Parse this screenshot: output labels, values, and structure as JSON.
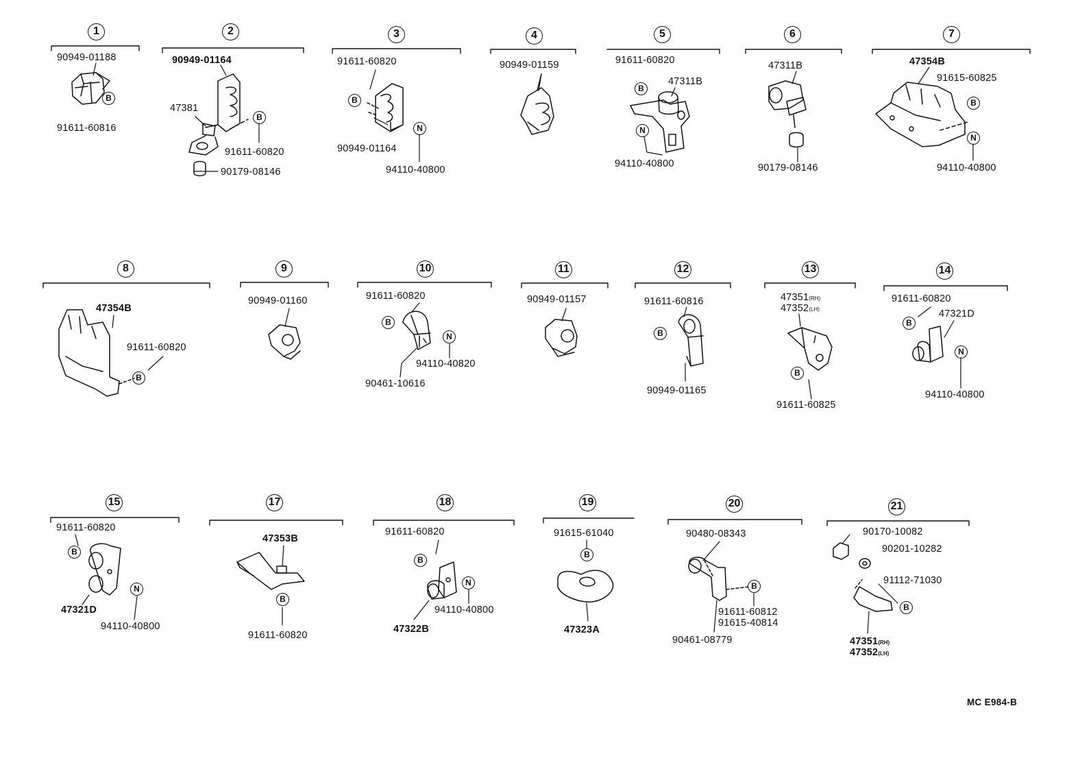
{
  "groups": [
    {
      "number": "1",
      "parts": [
        "90949-01188",
        "91611-60816"
      ]
    },
    {
      "number": "2",
      "parts": [
        "90949-01164",
        "47381",
        "91611-60820",
        "90179-08146"
      ]
    },
    {
      "number": "3",
      "parts": [
        "91611-60820",
        "90949-01164",
        "94110-40800"
      ]
    },
    {
      "number": "4",
      "parts": [
        "90949-01159"
      ]
    },
    {
      "number": "5",
      "parts": [
        "91611-60820",
        "47311B",
        "94110-40800"
      ]
    },
    {
      "number": "6",
      "parts": [
        "47311B",
        "90179-08146"
      ]
    },
    {
      "number": "7",
      "parts": [
        "47354B",
        "91615-60825",
        "94110-40800"
      ]
    },
    {
      "number": "8",
      "parts": [
        "47354B",
        "91611-60820"
      ]
    },
    {
      "number": "9",
      "parts": [
        "90949-01160"
      ]
    },
    {
      "number": "10",
      "parts": [
        "91611-60820",
        "94110-40820",
        "90461-10616"
      ]
    },
    {
      "number": "11",
      "parts": [
        "90949-01157"
      ]
    },
    {
      "number": "12",
      "parts": [
        "91611-60816",
        "90949-01165"
      ]
    },
    {
      "number": "13",
      "parts": [
        "47351",
        "(RH)",
        "47352",
        "(LH)",
        "91611-60825"
      ]
    },
    {
      "number": "14",
      "parts": [
        "91611-60820",
        "47321D",
        "94110-40800"
      ]
    },
    {
      "number": "15",
      "parts": [
        "91611-60820",
        "47321D",
        "94110-40800"
      ]
    },
    {
      "number": "17",
      "parts": [
        "47353B",
        "91611-60820"
      ]
    },
    {
      "number": "18",
      "parts": [
        "91611-60820",
        "94110-40800",
        "47322B"
      ]
    },
    {
      "number": "19",
      "parts": [
        "91615-61040",
        "47323A"
      ]
    },
    {
      "number": "20",
      "parts": [
        "90480-08343",
        "91611-60812",
        "91615-40814",
        "90461-08779"
      ]
    },
    {
      "number": "21",
      "parts": [
        "90170-10082",
        "90201-10282",
        "91112-71030",
        "47351",
        "(RH)",
        "47352",
        "(LH)"
      ]
    }
  ],
  "markers": {
    "bolt": "B",
    "nut": "N"
  },
  "drawing_code": "MC E984-B"
}
